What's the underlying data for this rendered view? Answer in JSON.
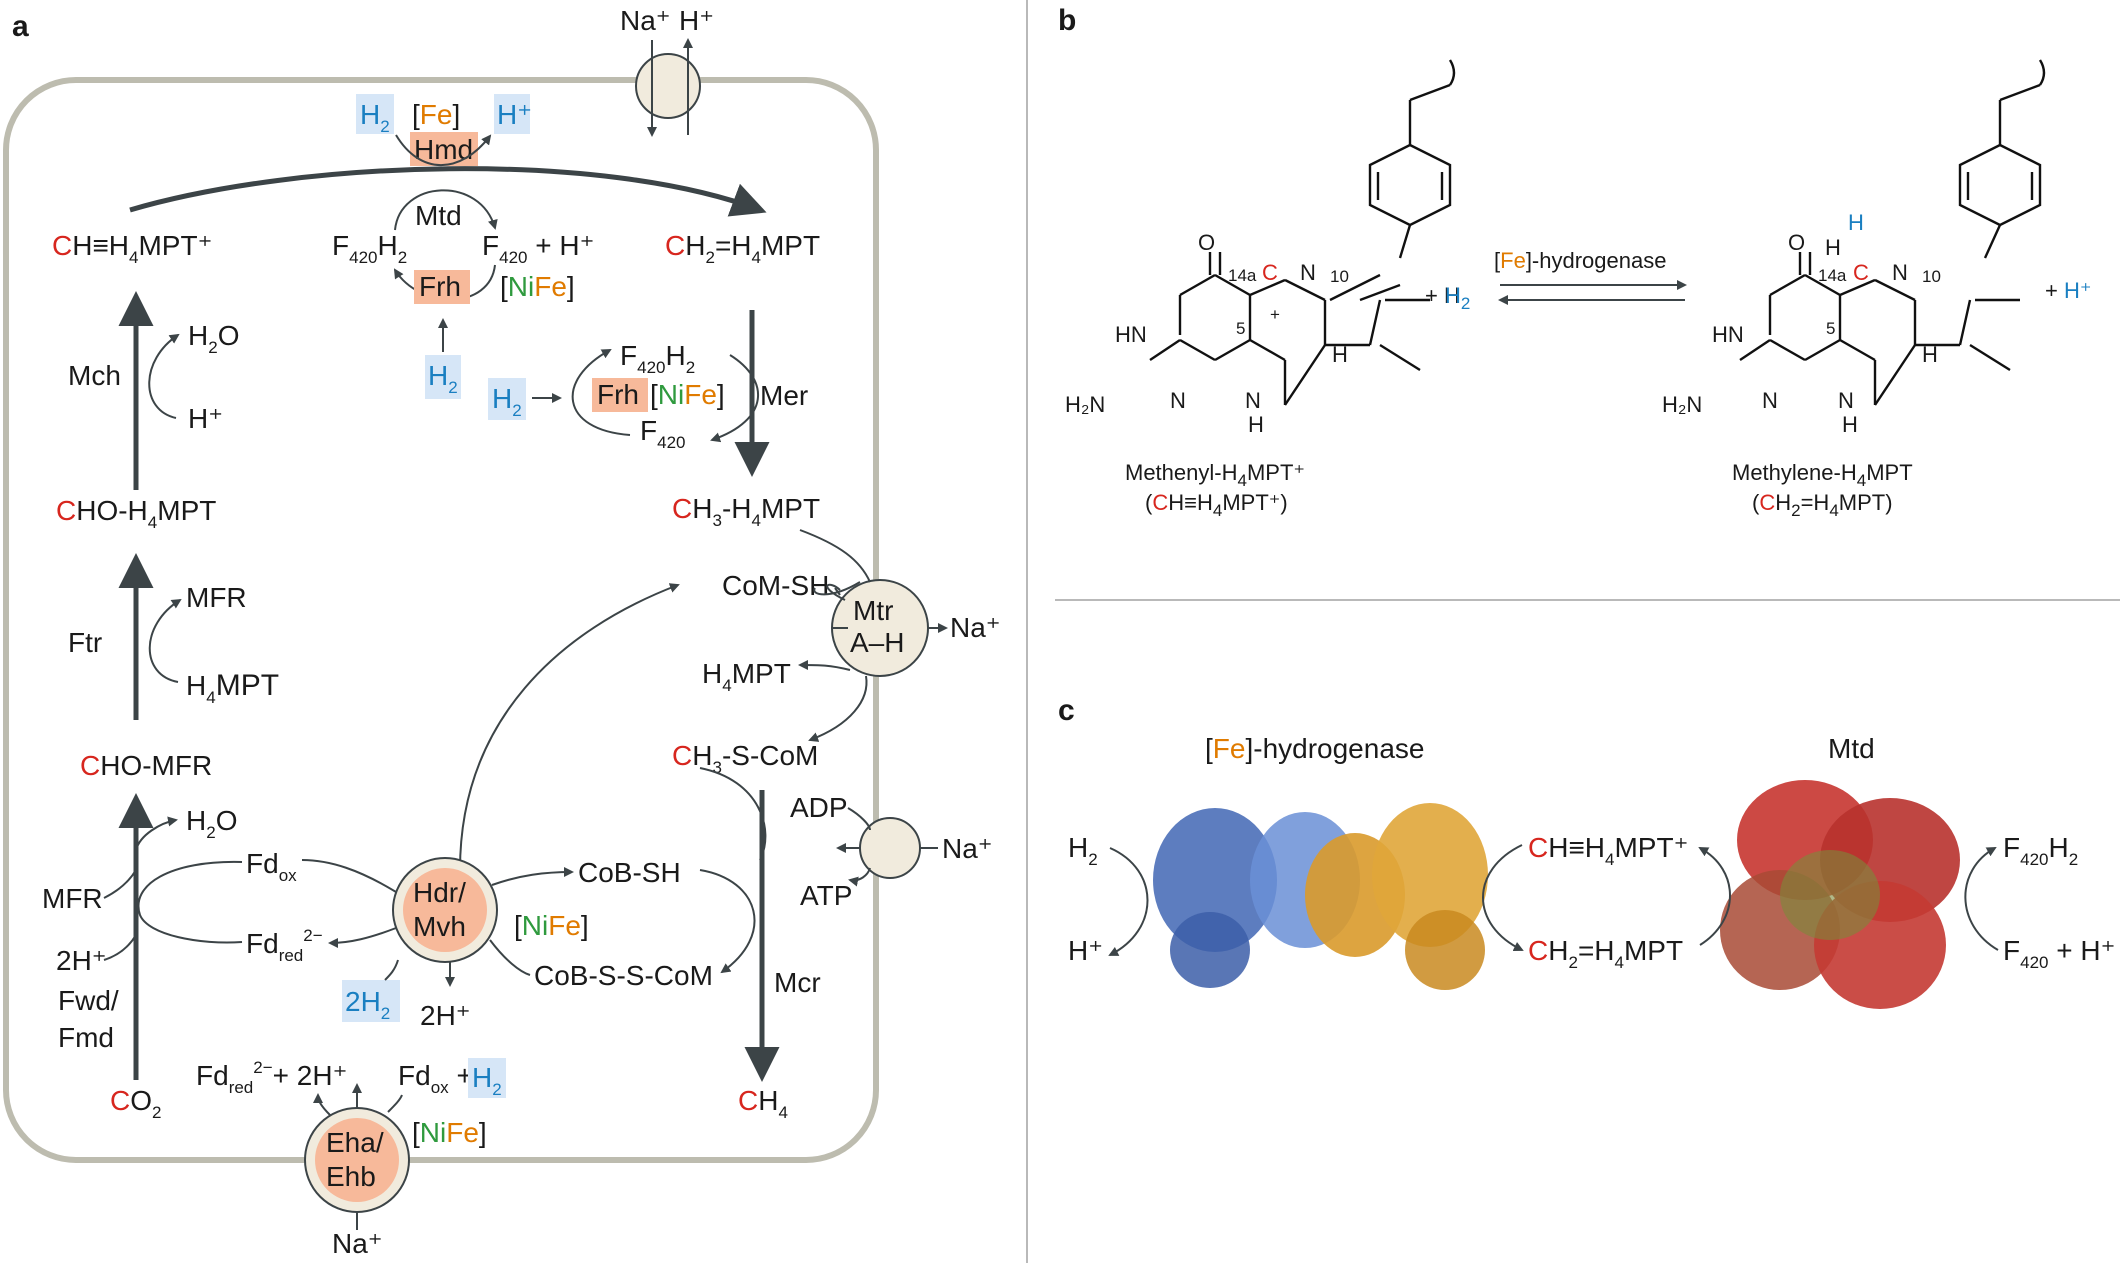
{
  "panels": {
    "a": "a",
    "b": "b",
    "c": "c"
  },
  "colors": {
    "red": "#d7261e",
    "blue": "#1a7fc1",
    "green": "#2f9a3e",
    "orange": "#e07b00",
    "enzyme_fill": "#f7b99a",
    "complex_fill": "#f1ebdd",
    "cell_border": "#bdbcaf"
  },
  "panel_a": {
    "na_top": "Na⁺",
    "h_top": "H⁺",
    "h2_hmd": "H",
    "fe_hmd": "Fe",
    "hmd": "Hmd",
    "h_plus_hmd": "H⁺",
    "methenyl": "H≡H",
    "methenyl_4": "4",
    "methenyl_mpt": "MPT⁺",
    "methenyl_c": "C",
    "methylene_c": "C",
    "methylene": "H",
    "methylene_2": "2",
    "methylene_rest": "=H",
    "methylene_mpt": "MPT",
    "mtd": "Mtd",
    "f420h2": "F",
    "f420_plus_h": "F",
    "frh": "Frh",
    "nife": "NiFe",
    "h2_small": "H",
    "mch": "Mch",
    "h2o_1": "H",
    "h_plus_1": "H⁺",
    "frh2": "Frh",
    "mer": "Mer",
    "cho_h4mpt_c": "C",
    "cho_h4mpt": "HO-H",
    "ch3_h4mpt_c": "C",
    "ch3_h4mpt": "H",
    "com_sh": "CoM-SH",
    "mtr": "Mtr",
    "mtr2": "A–H",
    "na_mtr": "Na⁺",
    "ftr": "Ftr",
    "mfr_1": "MFR",
    "h4mpt_1": "MPT",
    "h4mpt_2": "MPT",
    "ch3_scom_c": "C",
    "ch3_scom": "H",
    "cho_mfr_c": "C",
    "cho_mfr": "HO-MFR",
    "h2o_2": "H",
    "adp": "ADP",
    "atp": "ATP",
    "na_atp": "Na⁺",
    "fd_ox": "Fd",
    "fd_red": "Fd",
    "hdr": "Hdr/",
    "mvh": "Mvh",
    "cob_sh": "CoB-SH",
    "cob_s_s_com": "CoB-S-S-CoM",
    "mcr": "Mcr",
    "mfr_2": "MFR",
    "two_h_plus": "2H⁺",
    "two_h2": "2H",
    "two_h_plus_b": "2H⁺",
    "fwd": "Fwd/",
    "fmd": "Fmd",
    "co2_c": "C",
    "co2": "O",
    "ch4_c": "C",
    "ch4": "H",
    "fd_red_b": "Fd",
    "fd_ox_b": "Fd",
    "plus_2h": "+ 2H⁺",
    "plus_h2": "+",
    "eha": "Eha/",
    "ehb": "Ehb",
    "na_bottom": "Na⁺"
  },
  "panel_b": {
    "h2_plus": "+ H",
    "h_plus": "+ H⁺",
    "fe_hyd": "Fe",
    "hyd_suffix": "]-hydrogenase",
    "methenyl_name": "Methenyl-H",
    "methenyl_name_4": "4",
    "methenyl_name_end": "MPT⁺",
    "methenyl_abbr_c": "C",
    "methenyl_abbr": "H≡H",
    "methylene_name": "Methylene-H",
    "methylene_name_end": "MPT",
    "methylene_abbr_c": "C",
    "methylene_abbr": "H",
    "atom_labels": [
      "O",
      "HN",
      "H₂N",
      "N",
      "N",
      "H",
      "H",
      "C",
      "N",
      "14a",
      "5",
      "10",
      "+"
    ]
  },
  "panel_c": {
    "fe_hyd": "Fe",
    "hyd_suffix": "]-hydrogenase",
    "mtd": "Mtd",
    "h2": "H",
    "h_plus": "H⁺",
    "ch_c": "C",
    "ch": "H≡H",
    "ch2_c": "C",
    "ch2": "H",
    "f420h2": "F",
    "f420_plus_h": "F"
  }
}
